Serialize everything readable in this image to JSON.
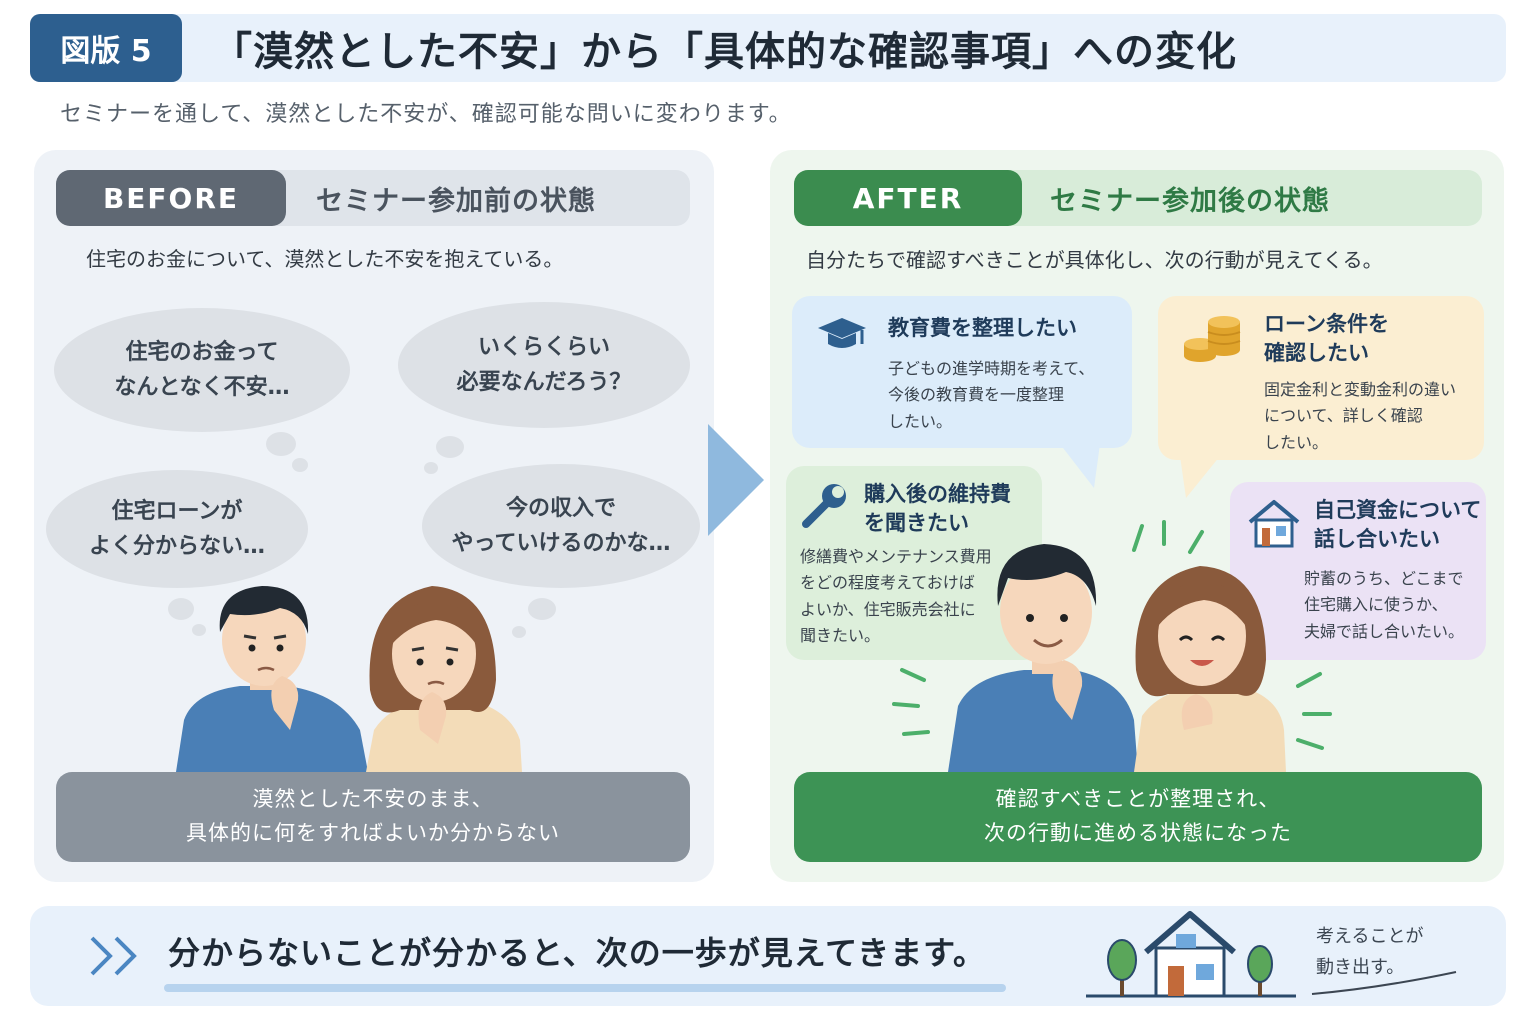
{
  "header": {
    "figure_label": "図版 5",
    "title": "「漠然とした不安」から「具体的な確認事項」への変化",
    "subtitle": "セミナーを通して、漠然とした不安が、確認可能な問いに変わります。"
  },
  "before": {
    "tag": "BEFORE",
    "heading": "セミナー参加前の状態",
    "description": "住宅のお金について、漠然とした不安を抱えている。",
    "thoughts": [
      {
        "line1": "住宅のお金って",
        "line2": "なんとなく不安…"
      },
      {
        "line1": "いくらくらい",
        "line2": "必要なんだろう？"
      },
      {
        "line1": "住宅ローンが",
        "line2": "よく分からない…"
      },
      {
        "line1": "今の収入で",
        "line2": "やっていけるのかな…"
      }
    ],
    "result": {
      "line1": "漠然とした不安のまま、",
      "line2": "具体的に何をすればよいか分からない"
    }
  },
  "after": {
    "tag": "AFTER",
    "heading": "セミナー参加後の状態",
    "description": "自分たちで確認すべきことが具体化し、次の行動が見えてくる。",
    "cards": [
      {
        "icon": "graduation-cap-icon",
        "title_lines": [
          "教育費を整理したい"
        ],
        "body_lines": [
          "子どもの進学時期を考えて、",
          "今後の教育費を一度整理",
          "したい。"
        ]
      },
      {
        "icon": "coins-icon",
        "title_lines": [
          "ローン条件を",
          "確認したい"
        ],
        "body_lines": [
          "固定金利と変動金利の違い",
          "について、詳しく確認",
          "したい。"
        ]
      },
      {
        "icon": "wrench-icon",
        "title_lines": [
          "購入後の維持費",
          "を聞きたい"
        ],
        "body_lines": [
          "修繕費やメンテナンス費用",
          "をどの程度考えておけば",
          "よいか、住宅販売会社に",
          "聞きたい。"
        ]
      },
      {
        "icon": "house-icon",
        "title_lines": [
          "自己資金について",
          "話し合いたい"
        ],
        "body_lines": [
          "貯蓄のうち、どこまで",
          "住宅購入に使うか、",
          "夫婦で話し合いたい。"
        ]
      }
    ],
    "result": {
      "line1": "確認すべきことが整理され、",
      "line2": "次の行動に進める状態になった"
    }
  },
  "footer": {
    "message": "分からないことが分かると、次の一歩が見えてきます。",
    "note_line1": "考えることが",
    "note_line2": "動き出す。"
  },
  "colors": {
    "badge": "#2d5f8f",
    "before_tag": "#5f6873",
    "after_tag": "#3b8c4f",
    "before_result": "#8a939d",
    "after_result": "#3d9355",
    "arrow": "#8fb9de"
  }
}
